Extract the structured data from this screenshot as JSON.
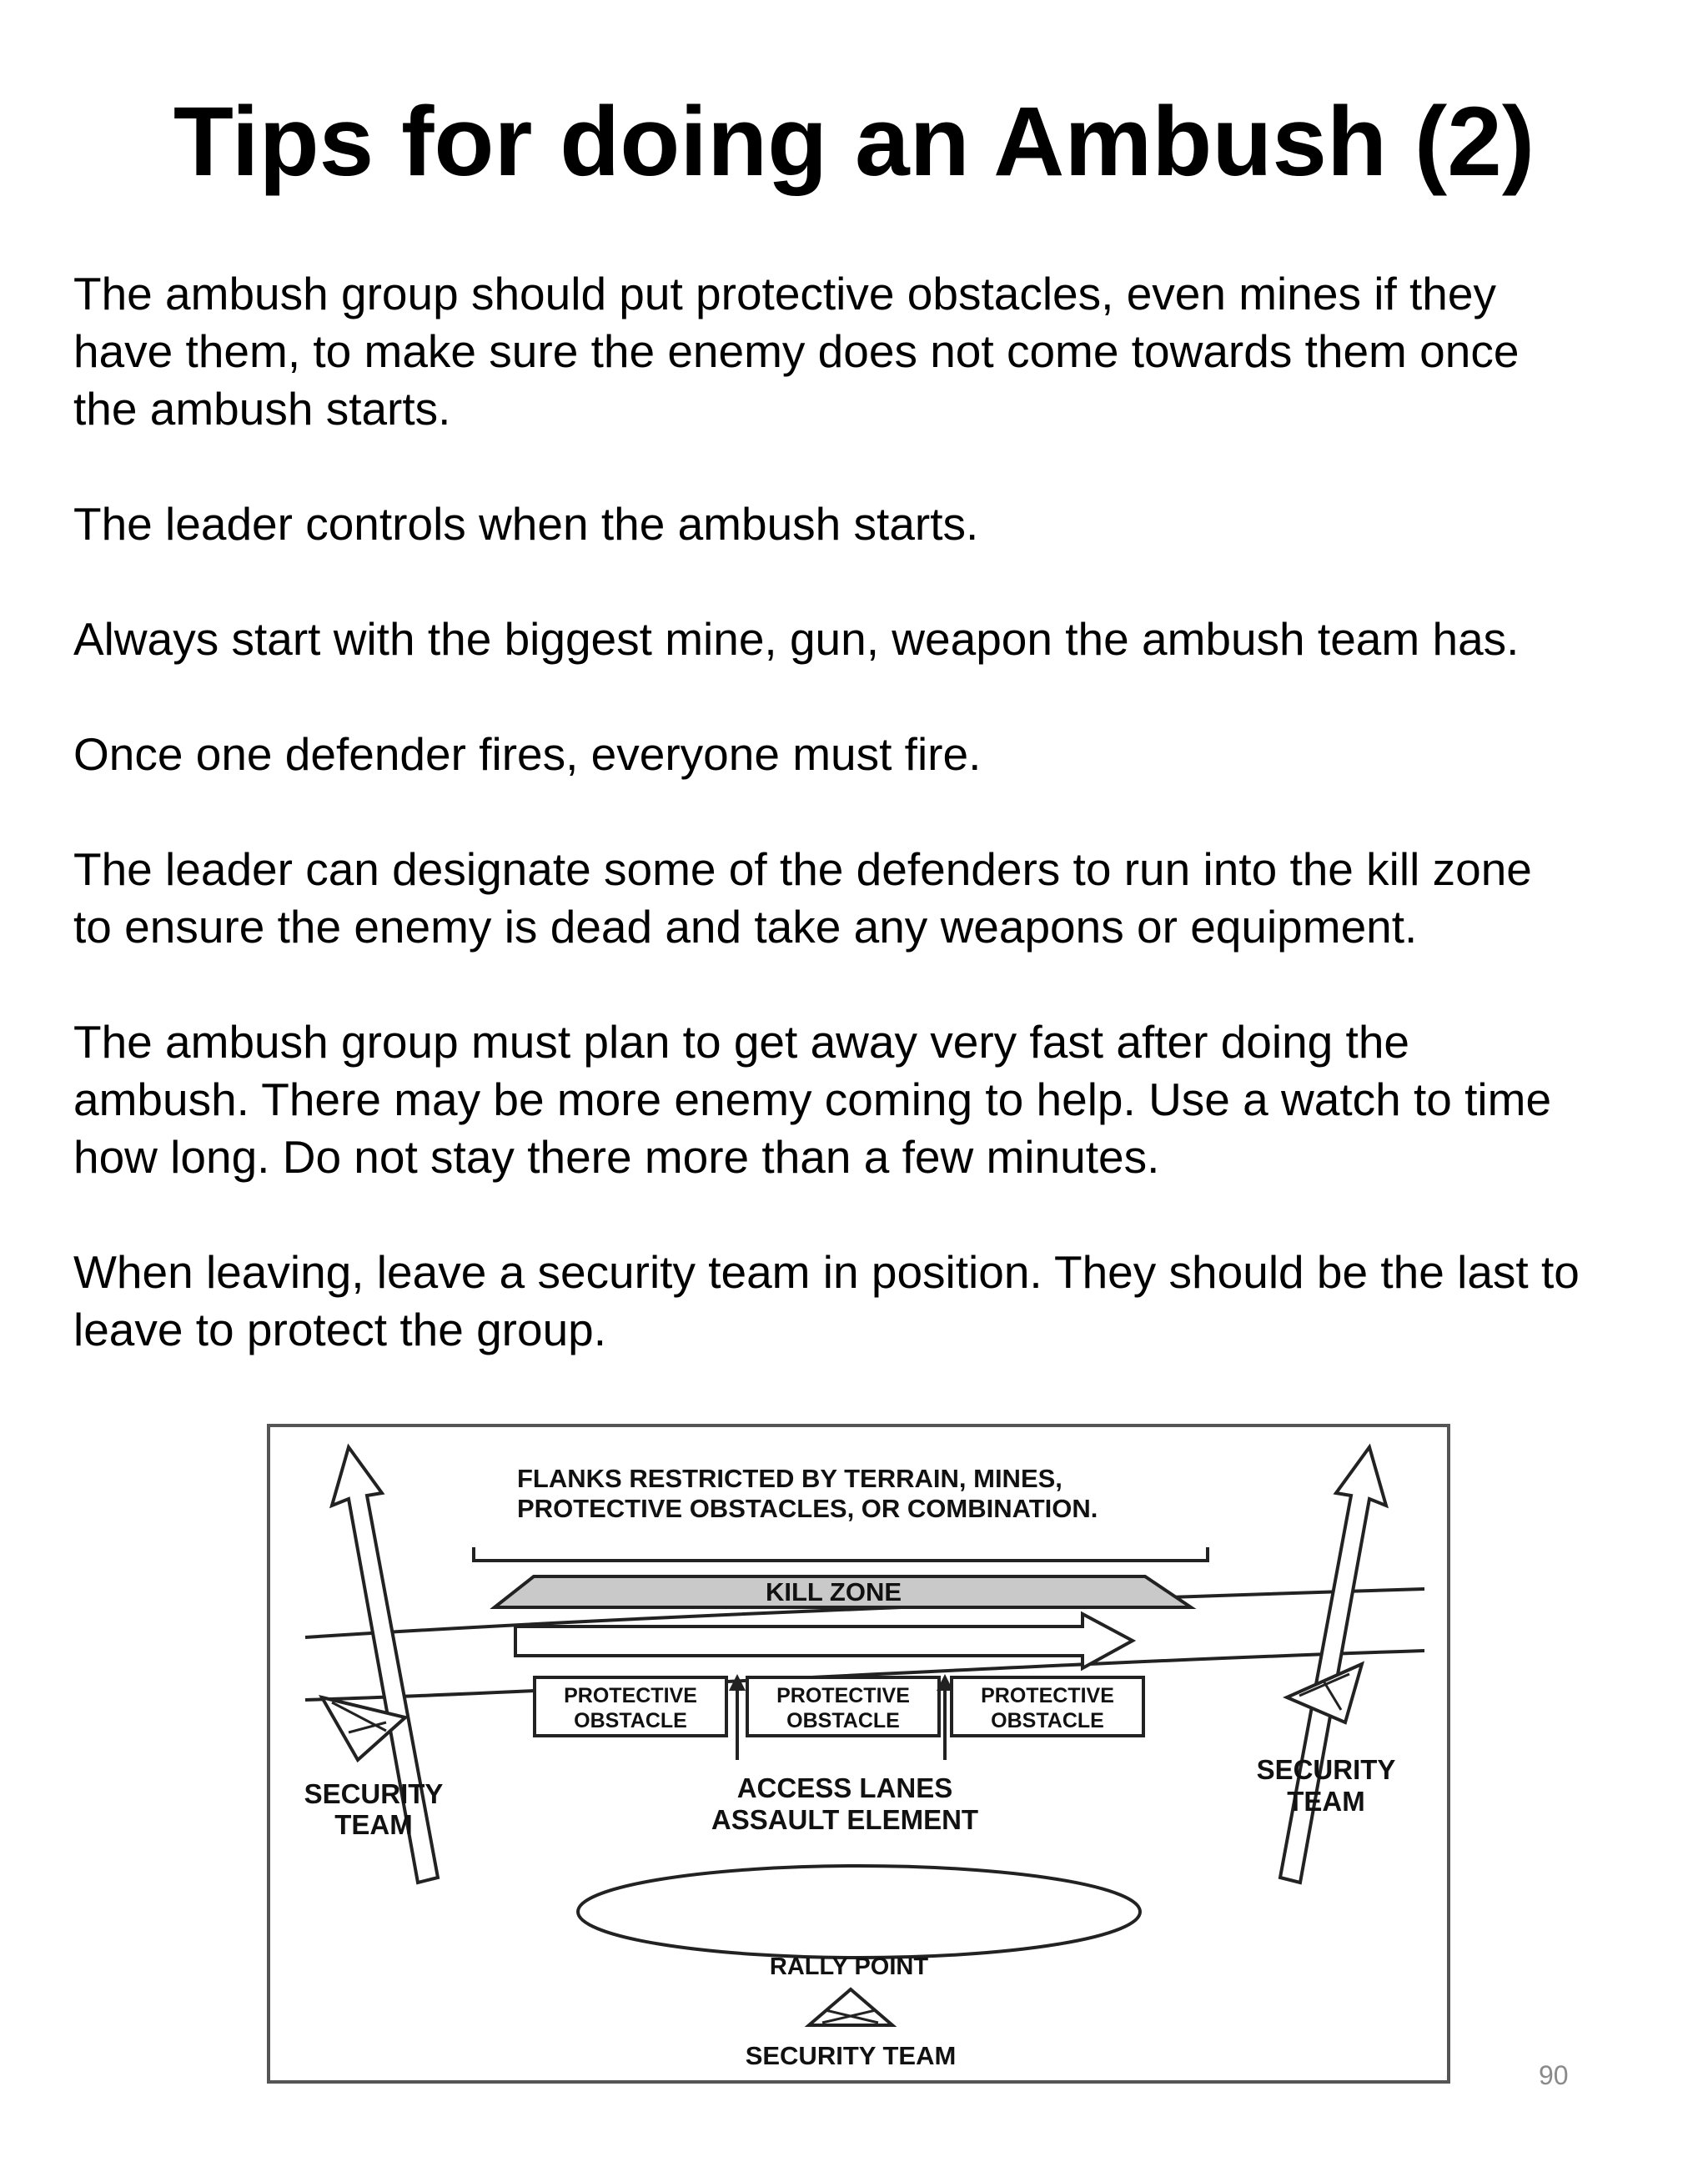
{
  "page": {
    "title": "Tips for doing an Ambush (2)",
    "paragraphs": [
      [
        "The ambush group should put protective obstacles, even mines if they",
        "have them, to make sure the enemy does not come towards them once",
        "the ambush starts."
      ],
      [
        "The leader controls when the ambush starts."
      ],
      [
        "Always start with the biggest mine, gun, weapon the ambush team has."
      ],
      [
        "Once one defender fires, everyone must fire."
      ],
      [
        "The leader can designate some of the defenders to run into the kill zone",
        "to ensure the enemy is dead and take any weapons or equipment."
      ],
      [
        "The ambush group must plan to get away very fast after doing the",
        "ambush. There may be more enemy coming to help. Use a watch to time",
        "how long. Do not stay there more than a few minutes."
      ],
      [
        "When leaving, leave a security team in position. They should be the last to",
        "leave to protect the group."
      ]
    ],
    "page_number": "90"
  },
  "diagram": {
    "flanks_label": [
      "FLANKS RESTRICTED BY TERRAIN, MINES,",
      "PROTECTIVE OBSTACLES, OR COMBINATION."
    ],
    "kill_zone_label": "KILL ZONE",
    "obstacles": [
      [
        "PROTECTIVE",
        "OBSTACLE"
      ],
      [
        "PROTECTIVE",
        "OBSTACLE"
      ],
      [
        "PROTECTIVE",
        "OBSTACLE"
      ]
    ],
    "access_label": [
      "ACCESS LANES",
      "ASSAULT ELEMENT"
    ],
    "security_left": [
      "SECURITY",
      "TEAM"
    ],
    "security_right": [
      "SECURITY",
      "TEAM"
    ],
    "rally_point_label": "RALLY POINT",
    "security_bottom": "SECURITY TEAM"
  }
}
